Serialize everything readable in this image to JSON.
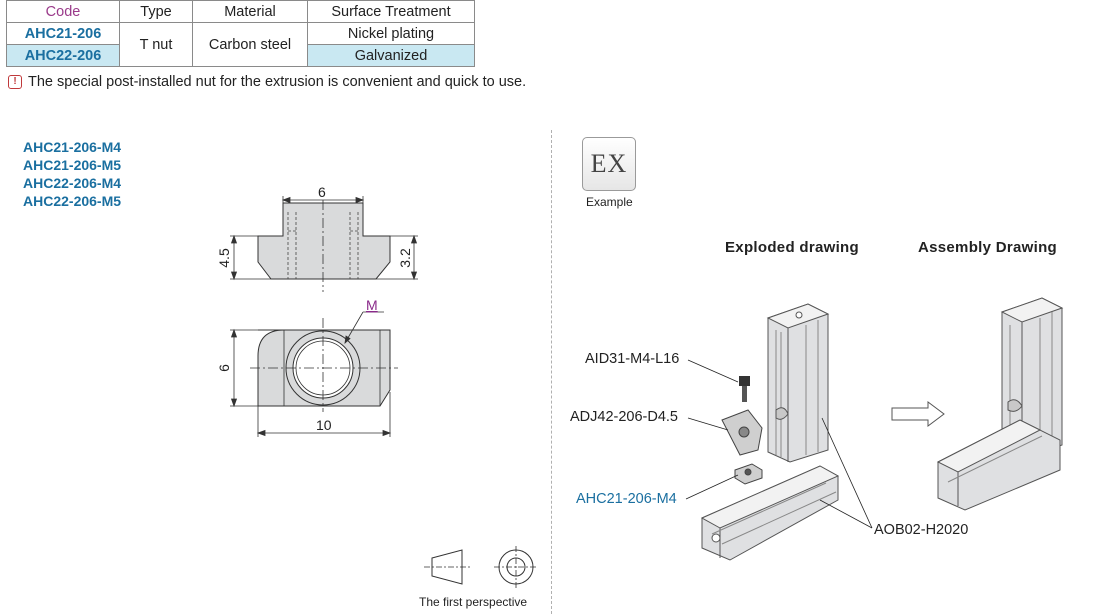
{
  "table": {
    "headers": [
      "Code",
      "Type",
      "Material",
      "Surface Treatment"
    ],
    "rows": [
      {
        "code": "AHC21-206",
        "surface": "Nickel plating"
      },
      {
        "code": "AHC22-206",
        "surface": "Galvanized"
      }
    ],
    "type": "T nut",
    "material": "Carbon steel"
  },
  "note": "The special post-installed nut for the extrusion is convenient and quick to use.",
  "models": [
    "AHC21-206-M4",
    "AHC21-206-M5",
    "AHC22-206-M4",
    "AHC22-206-M5"
  ],
  "drawing": {
    "dim_top_width": "6",
    "dim_total_height": "4.5",
    "dim_body_height": "3.2",
    "thread_label": "M",
    "dim_plan_height": "6",
    "dim_plan_length": "10"
  },
  "projection_label": "The first perspective",
  "example": {
    "badge": "EX",
    "label": "Example"
  },
  "headings": {
    "exploded": "Exploded drawing",
    "assembly": "Assembly Drawing"
  },
  "callouts": {
    "bolt": "AID31-M4-L16",
    "bracket": "ADJ42-206-D4.5",
    "nut": "AHC21-206-M4",
    "profile": "AOB02-H2020"
  },
  "colors": {
    "accent_blue": "#1a6fa0",
    "code_header": "#9a3a8a",
    "row_shade": "#c9e8f2",
    "note_icon": "#c0393b"
  }
}
